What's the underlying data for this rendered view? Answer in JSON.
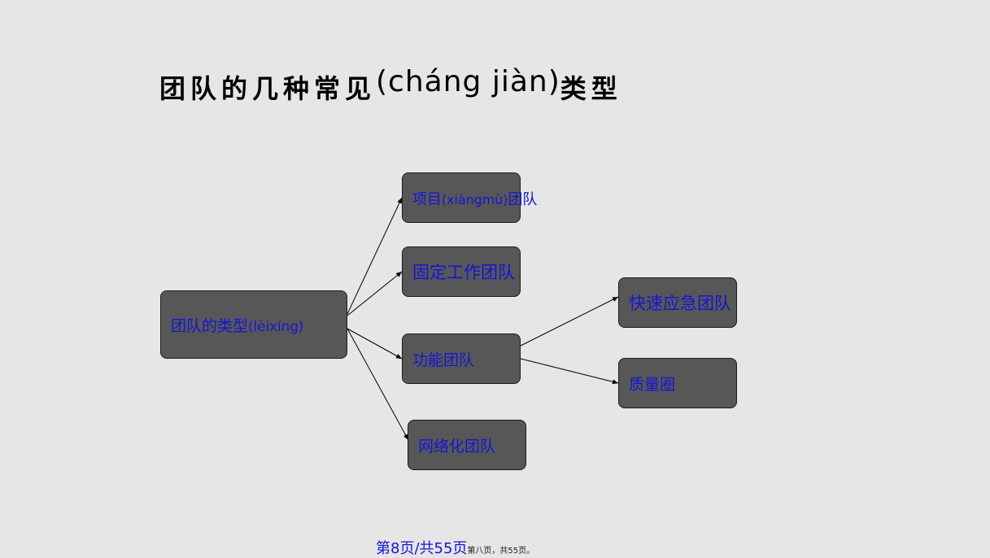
{
  "title": {
    "part1": "团队的几种常见",
    "pinyin": "(cháng jiàn)",
    "part2": "类型"
  },
  "nodes": {
    "root": {
      "text": "团队的类型",
      "pinyin": "(lèixíng)"
    },
    "project": {
      "text1": "项目",
      "pinyin": "(xiàngmù)",
      "text2": "团队"
    },
    "fixed": {
      "text": "固定工作团队"
    },
    "functional": {
      "text": "功能团队"
    },
    "network": {
      "text": "网络化团队"
    },
    "rapid": {
      "text": "快速应急团队"
    },
    "quality": {
      "text": "质量圈"
    }
  },
  "footer": {
    "page": "第8页/共55页",
    "note": "第八页，共55页。"
  },
  "colors": {
    "background": "#e6e6e6",
    "node_fill": "#575757",
    "node_border": "#1c1c1c",
    "node_text": "#1515d6",
    "arrow": "#000000"
  }
}
